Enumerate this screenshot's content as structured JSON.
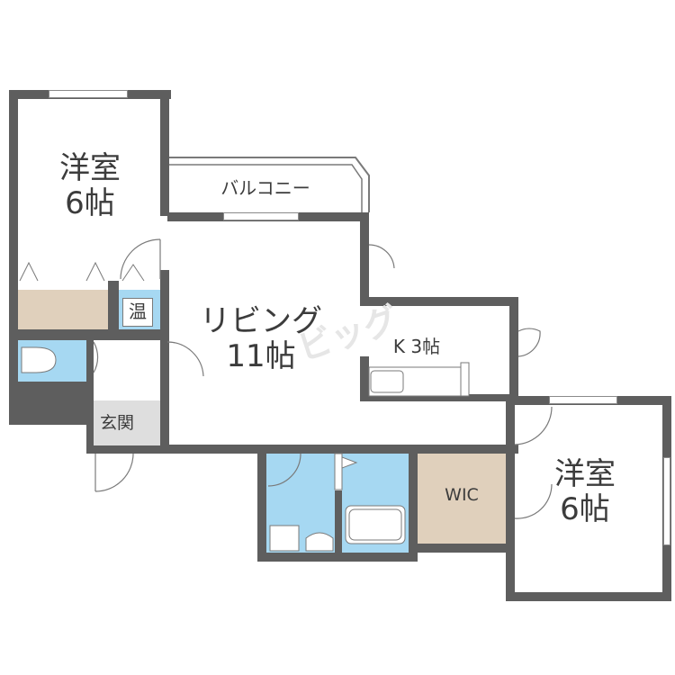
{
  "floorplan": {
    "rooms": {
      "western_room_1": {
        "label": "洋室",
        "size": "6帖"
      },
      "balcony": {
        "label": "バルコニー"
      },
      "living": {
        "label": "リビング",
        "size": "11帖"
      },
      "kitchen": {
        "label": "K 3帖"
      },
      "water_heater": {
        "label": "温"
      },
      "entrance": {
        "label": "玄関"
      },
      "wic": {
        "label": "WIC"
      },
      "western_room_2": {
        "label": "洋室",
        "size": "6帖"
      }
    },
    "watermark": "ビッグ",
    "colors": {
      "wall": "#5e5e5e",
      "wet_area": "#a6d8f2",
      "storage": "#e0d0bc",
      "entrance_floor": "#dedede",
      "text": "#3c3c3c"
    }
  }
}
